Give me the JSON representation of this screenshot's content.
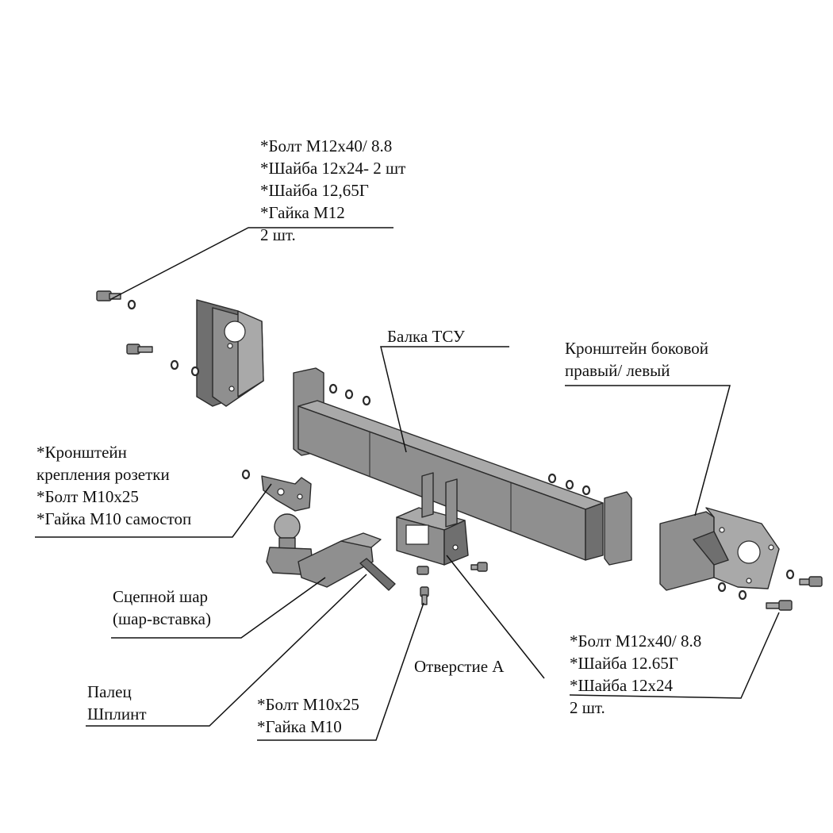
{
  "labels": {
    "top_fasteners": [
      "*Болт М12х40/ 8.8",
      "*Шайба 12х24- 2 шт",
      "*Шайба 12,65Г",
      "*Гайка М12",
      "2 шт."
    ],
    "beam": "Балка ТСУ",
    "side_bracket": [
      "Кронштейн боковой",
      "правый/ левый"
    ],
    "socket_bracket": [
      "*Кронштейн",
      "крепления розетки",
      "*Болт М10х25",
      "*Гайка М10 самостоп"
    ],
    "tow_ball": [
      "Сцепной шар",
      "(шар-вставка)"
    ],
    "pin": [
      "Палец",
      "Шплинт"
    ],
    "hole_a": "Отверстие А",
    "right_fasteners": [
      "*Болт М12х40/ 8.8",
      "*Шайба 12.65Г",
      "*Шайба 12х24",
      "2 шт."
    ],
    "bottom_fasteners": [
      "*Болт М10х25",
      "*Гайка М10"
    ]
  }
}
